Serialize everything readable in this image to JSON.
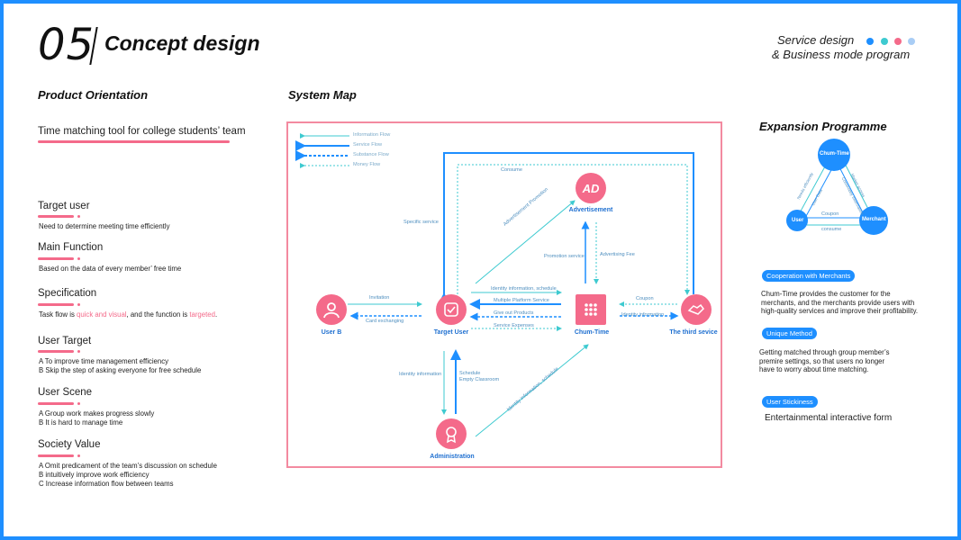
{
  "header": {
    "number": "05",
    "title": "Concept design",
    "tag_line1": "Service design",
    "tag_line2": "& Business mode program",
    "dot_colors": [
      "#1e8fff",
      "#3ecad0",
      "#f46a8a",
      "#a9cdf5"
    ]
  },
  "left": {
    "section_title": "Product Orientation",
    "lead": "Time matching tool for college students’ team",
    "items": [
      {
        "title": "Target user",
        "lines": [
          "Need to determine meeting time efficiently"
        ]
      },
      {
        "title": "Main Function",
        "lines": [
          "Based on the data of every member’ free time"
        ]
      },
      {
        "title": "Specification",
        "pre": "Task flow is ",
        "hl1": "quick and visual",
        "mid": ", and the function is ",
        "hl2": "targeted",
        "post": "."
      },
      {
        "title": "User Target",
        "lines": [
          "A To improve time management efficiency",
          "B Skip the step of asking everyone for free schedule"
        ]
      },
      {
        "title": "User Scene",
        "lines": [
          "A Group work makes progress slowly",
          "B It is hard to manage time"
        ]
      },
      {
        "title": "Society Value",
        "lines": [
          "A Omit  predicament of the team’s discussion on schedule",
          "B intuitively improve work efficiency",
          "C Increase information flow between teams"
        ]
      }
    ]
  },
  "system_map": {
    "title": "System Map",
    "legend": [
      "Information Flow",
      "Service Flow",
      "Substance Flow",
      "Money Flow"
    ],
    "nodes": {
      "user_b": "User B",
      "target_user": "Target User",
      "chum_time": "Chum-Time",
      "third_service": "The third sevice",
      "advertisement": "Advertisement",
      "administration": "Administration",
      "ad_badge": "AD"
    },
    "flow_labels": {
      "consume": "Consume",
      "specific_service": "Specific service",
      "advertisement_promotion": "Advertisement Promotion",
      "promotion_service": "Promotion service",
      "advertising_fee": "Advertising Fee",
      "invitation": "Invitation",
      "card_exchanging": "Card exchanging",
      "identity_schedule": "Identity information, schedule",
      "multiple_platform": "Multiple Platform Service",
      "give_out_products": "Give out Products",
      "service_expenses": "Service Expenses",
      "coupon": "Coupon",
      "identity_information": "Identity information",
      "identity_information_left": "Identity information",
      "schedule": "Schedule",
      "empty_classroom": "Empty Classroom",
      "identity_schedule_diag": "Identity information, schedule"
    }
  },
  "right": {
    "section_title": "Expansion Programme",
    "triangle": {
      "top": "Chum-Time",
      "left": "User",
      "right": "Merchant",
      "left_edge_outer": "Needs efficiently",
      "left_edge_inner": "User Data",
      "right_edge_outer": "Market access",
      "right_edge_inner": "Commodity Information",
      "bottom_top": "Coupon",
      "bottom_bottom": "consume"
    },
    "blocks": [
      {
        "pill": "Cooperation with Merchants",
        "lines": [
          "Chum-Time provides the customer for the",
          "merchants, and the merchants provide users with",
          "high-quality services and improve their profitability."
        ]
      },
      {
        "pill": "Unique Method",
        "lines": [
          "Getting matched through group member’s",
          "premire settings, so that users no longer",
          "have to worry about time matching."
        ]
      },
      {
        "pill": "User Stickiness",
        "lines": [
          "Entertainmental interactive form"
        ]
      }
    ]
  }
}
